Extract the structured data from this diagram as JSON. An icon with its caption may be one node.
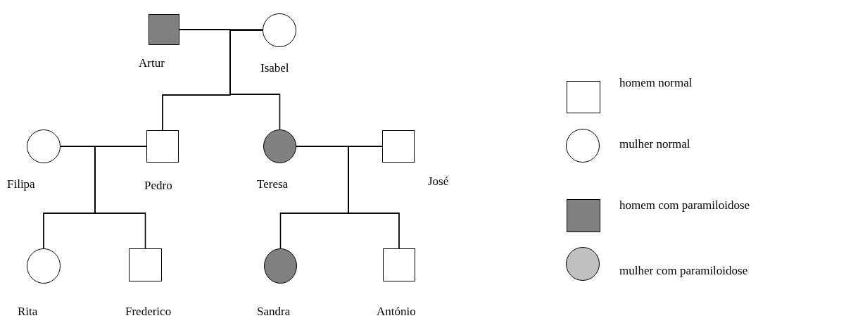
{
  "diagram": {
    "nodes": [
      {
        "text": [
          "Artur"
        ]
      },
      {
        "text": [
          "Isabel"
        ]
      },
      {
        "text": [
          "Filipa"
        ]
      },
      {
        "text": [
          "Pedro"
        ]
      },
      {
        "text": [
          "Teresa"
        ]
      },
      {
        "text": [
          "José"
        ]
      },
      {
        "text": [
          "Rita"
        ]
      },
      {
        "text": [
          "Frederico"
        ]
      },
      {
        "text": [
          "Sandra"
        ]
      },
      {
        "text": [
          "António"
        ]
      }
    ],
    "edges": [
      {
        "from": 0,
        "to": 1,
        "arrow": "none"
      },
      {
        "from": 0,
        "to": 3,
        "arrow": "none"
      },
      {
        "from": 0,
        "to": 4,
        "arrow": "none"
      },
      {
        "from": 1,
        "to": 3,
        "arrow": "none"
      },
      {
        "from": 1,
        "to": 4,
        "arrow": "none"
      },
      {
        "from": 2,
        "to": 3,
        "arrow": "none"
      },
      {
        "from": 2,
        "to": 6,
        "arrow": "none"
      },
      {
        "from": 2,
        "to": 7,
        "arrow": "none"
      },
      {
        "from": 3,
        "to": 6,
        "arrow": "none"
      },
      {
        "from": 3,
        "to": 7,
        "arrow": "none"
      },
      {
        "from": 4,
        "to": 5,
        "arrow": "none"
      },
      {
        "from": 4,
        "to": 8,
        "arrow": "none"
      },
      {
        "from": 4,
        "to": 9,
        "arrow": "none"
      },
      {
        "from": 5,
        "to": 8,
        "arrow": "none"
      },
      {
        "from": 5,
        "to": 9,
        "arrow": "none"
      }
    ],
    "legend": [
      {
        "text": "homem normal"
      },
      {
        "text": "mulher normal"
      },
      {
        "text": "homem com paramiloidose"
      },
      {
        "text": "mulher com paramiloidose"
      }
    ]
  }
}
